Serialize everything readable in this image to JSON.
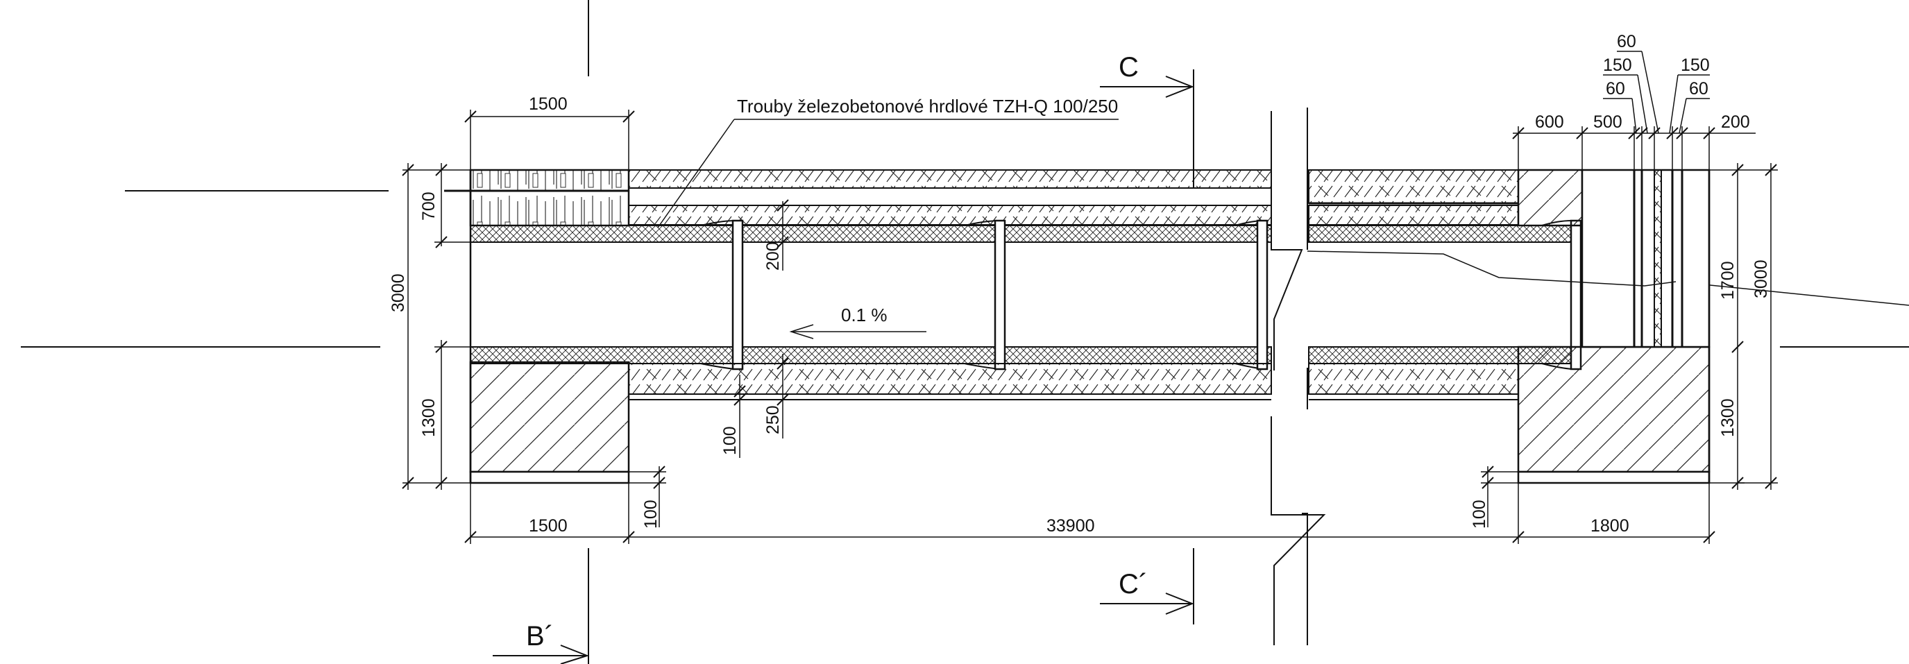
{
  "pipe_label": "Trouby železobetonové hrdlové TZH-Q 100/250",
  "slope": "0.1 %",
  "section_marks": {
    "c": "C",
    "c_prime": "C´",
    "b_prime": "B´"
  },
  "dimensions": {
    "top_left_1500": "1500",
    "top_600": "600",
    "top_500": "500",
    "top_200": "200",
    "top_60_a": "60",
    "top_150_a": "150",
    "top_60_b": "60",
    "top_150_b": "150",
    "top_60_c": "60",
    "left_700": "700",
    "left_3000": "3000",
    "left_1300": "1300",
    "right_1700": "1700",
    "right_3000": "3000",
    "right_1300": "1300",
    "pipe_200": "200",
    "pipe_250": "250",
    "pipe_100": "100",
    "bottom_100_left": "100",
    "bottom_100_right": "100",
    "bottom_1500": "1500",
    "bottom_33900": "33900",
    "bottom_1800": "1800"
  }
}
